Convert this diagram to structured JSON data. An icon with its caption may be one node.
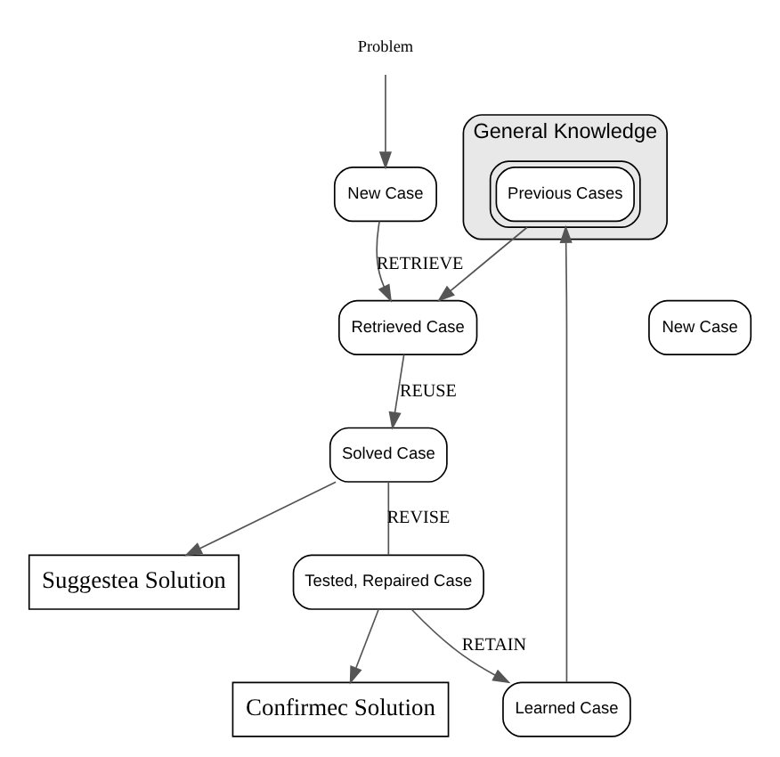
{
  "diagram": {
    "nodes": [
      {
        "text": [
          "Problem"
        ]
      },
      {
        "text": [
          "New Case"
        ]
      },
      {
        "text": [
          "Learned Case"
        ]
      },
      {
        "text": [
          "General Knowledge"
        ]
      },
      {
        "text": [
          "Previous Cases"
        ],
        "in": 3
      },
      {
        "text": [
          "Retrieved Case"
        ]
      },
      {
        "text": [
          "New Case"
        ]
      },
      {
        "text": [
          "Solved Case"
        ]
      },
      {
        "text": [
          "Tested, Repaired Case"
        ]
      },
      {
        "text": [
          "Confirmec Solution"
        ]
      },
      {
        "text": [
          "Suggestea Solution"
        ]
      }
    ],
    "edges": [
      {
        "from": 0,
        "to": 1,
        "arrow": "to"
      },
      {
        "from": 1,
        "to": 5,
        "arrow": "to",
        "label": "RETRIEVE"
      },
      {
        "from": 2,
        "to": 4,
        "arrow": "to"
      },
      {
        "from": 4,
        "to": 5,
        "arrow": "to"
      },
      {
        "from": 5,
        "to": 7,
        "arrow": "to",
        "label": "REUSE"
      },
      {
        "from": 7,
        "to": 8,
        "arrow": "none",
        "label": "REVISE"
      },
      {
        "from": 8,
        "to": 2,
        "arrow": "to",
        "label": "RETAIN"
      },
      {
        "from": 8,
        "to": 9,
        "arrow": "to"
      },
      {
        "from": 7,
        "to": 10,
        "arrow": "to"
      }
    ]
  }
}
